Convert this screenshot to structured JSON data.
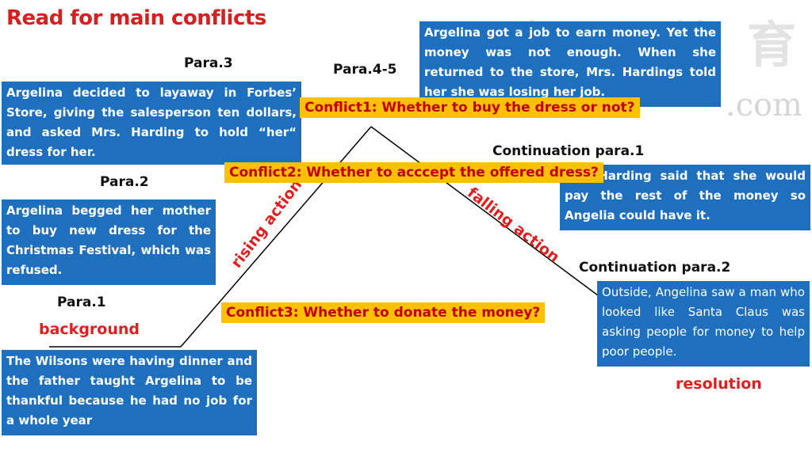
{
  "title": "Read for main conflicts",
  "watermark": "潮 阳 教 育",
  "watermark_com": ".com",
  "labels": {
    "para3": "Para.3",
    "para45": "Para.4-5",
    "para2": "Para.2",
    "para1": "Para.1",
    "cont1": "Continuation para.1",
    "cont2": "Continuation para.2",
    "background": "background",
    "resolution": "resolution",
    "rising": "rising action",
    "falling": "falling action"
  },
  "boxes": {
    "para3": "Argelina decided to layaway in Forbes’ Store, giving the salesperson ten dollars, and asked Mrs. Harding to hold “her“ dress for her.",
    "para45": "Argelina got a job to earn money. Yet the money was not enough. When she returned to the store, Mrs. Hardings told her she was losing her job.",
    "para2": "Argelina begged her mother to buy new dress for the Christmas Festival, which was refused.",
    "cont1": "Mrs Harding said that she would pay the rest of the money so Angelia could have it.",
    "cont2": "Outside, Angelina saw a man who looked like Santa Claus was asking people for money to help poor people.",
    "para1": "The Wilsons were having dinner and the father taught Argelina to be thankful because he had no job for a whole year"
  },
  "conflicts": {
    "c1": "Conflict1: Whether to buy the dress or not?",
    "c2": "Conflict2: Whether to acccept the offered dress?",
    "c3": "Conflict3: Whether to donate the money?"
  },
  "colors": {
    "title": "#d62020",
    "box": "#1f6fbf",
    "conflict_bg": "#ffc000",
    "conflict_text": "#c00000",
    "red_label": "#e02020"
  }
}
